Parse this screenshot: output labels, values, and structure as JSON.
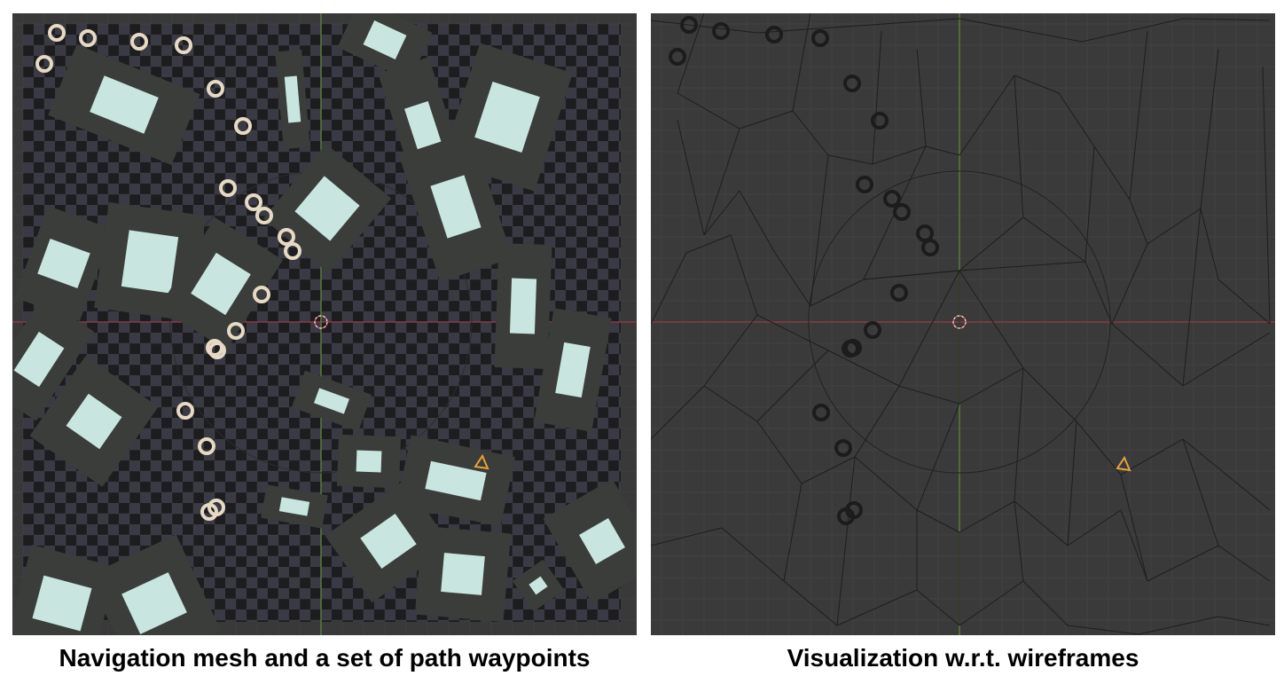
{
  "captions": {
    "left": "Navigation mesh and a set of path waypoints",
    "right": "Visualization w.r.t. wireframes"
  },
  "panels": {
    "left": {
      "name": "Navigation mesh view",
      "background": "#393939",
      "checker_dark": "#1f1f22",
      "checker_light": "#3a3a44",
      "obstacle_color": "#3b3d3a",
      "mesh_color": "#c8e6df",
      "waypoint_color": "#e6dac4"
    },
    "right": {
      "name": "Wireframe view",
      "background": "#393939",
      "wire_color": "#1e1e1e",
      "waypoint_color": "#1c1c1c"
    }
  },
  "colors": {
    "x_axis": "#8a3a45",
    "y_axis": "#5b7a3a",
    "cursor": "#e08a8a",
    "camera": "#e8a33a"
  },
  "icons": [
    "3d-cursor-icon",
    "camera-icon"
  ]
}
